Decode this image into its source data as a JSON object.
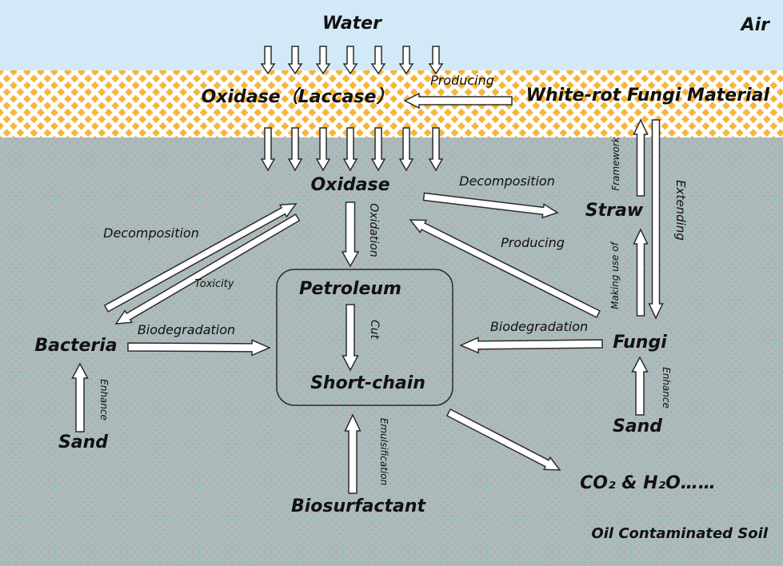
{
  "diagram": {
    "layers": {
      "air": "Air",
      "water": "Water",
      "soil": "Oil Contaminated Soil"
    },
    "nodes": {
      "laccase": "Oxidase（Laccase）",
      "white_rot": "White-rot Fungi Material",
      "oxidase": "Oxidase",
      "straw": "Straw",
      "petroleum": "Petroleum",
      "short_chain": "Short-chain",
      "bacteria": "Bacteria",
      "fungi": "Fungi",
      "sand_left": "Sand",
      "sand_right": "Sand",
      "biosurfactant": "Biosurfactant",
      "co2_h2o": "CO₂ & H₂O……"
    },
    "edges": {
      "producing_top": "Producing",
      "decomposition_right": "Decomposition",
      "decomposition_left": "Decomposition",
      "toxicity": "Toxicity",
      "oxidation": "Oxidation",
      "producing_mid": "Producing",
      "biodeg_left": "Biodegradation",
      "biodeg_right": "Biodegradation",
      "cut": "Cut",
      "enhance_left": "Enhance",
      "enhance_right": "Enhance",
      "emulsification": "Emulsification",
      "framework": "Framework",
      "extending": "Extending",
      "making_use_of": "Making use of"
    },
    "colors": {
      "air": "#d2e9f7",
      "fungi_layer": "#f6b53c",
      "soil": "#a9bcbd",
      "soil_dots": "#d98a8a",
      "line": "#2b2b2b"
    }
  }
}
